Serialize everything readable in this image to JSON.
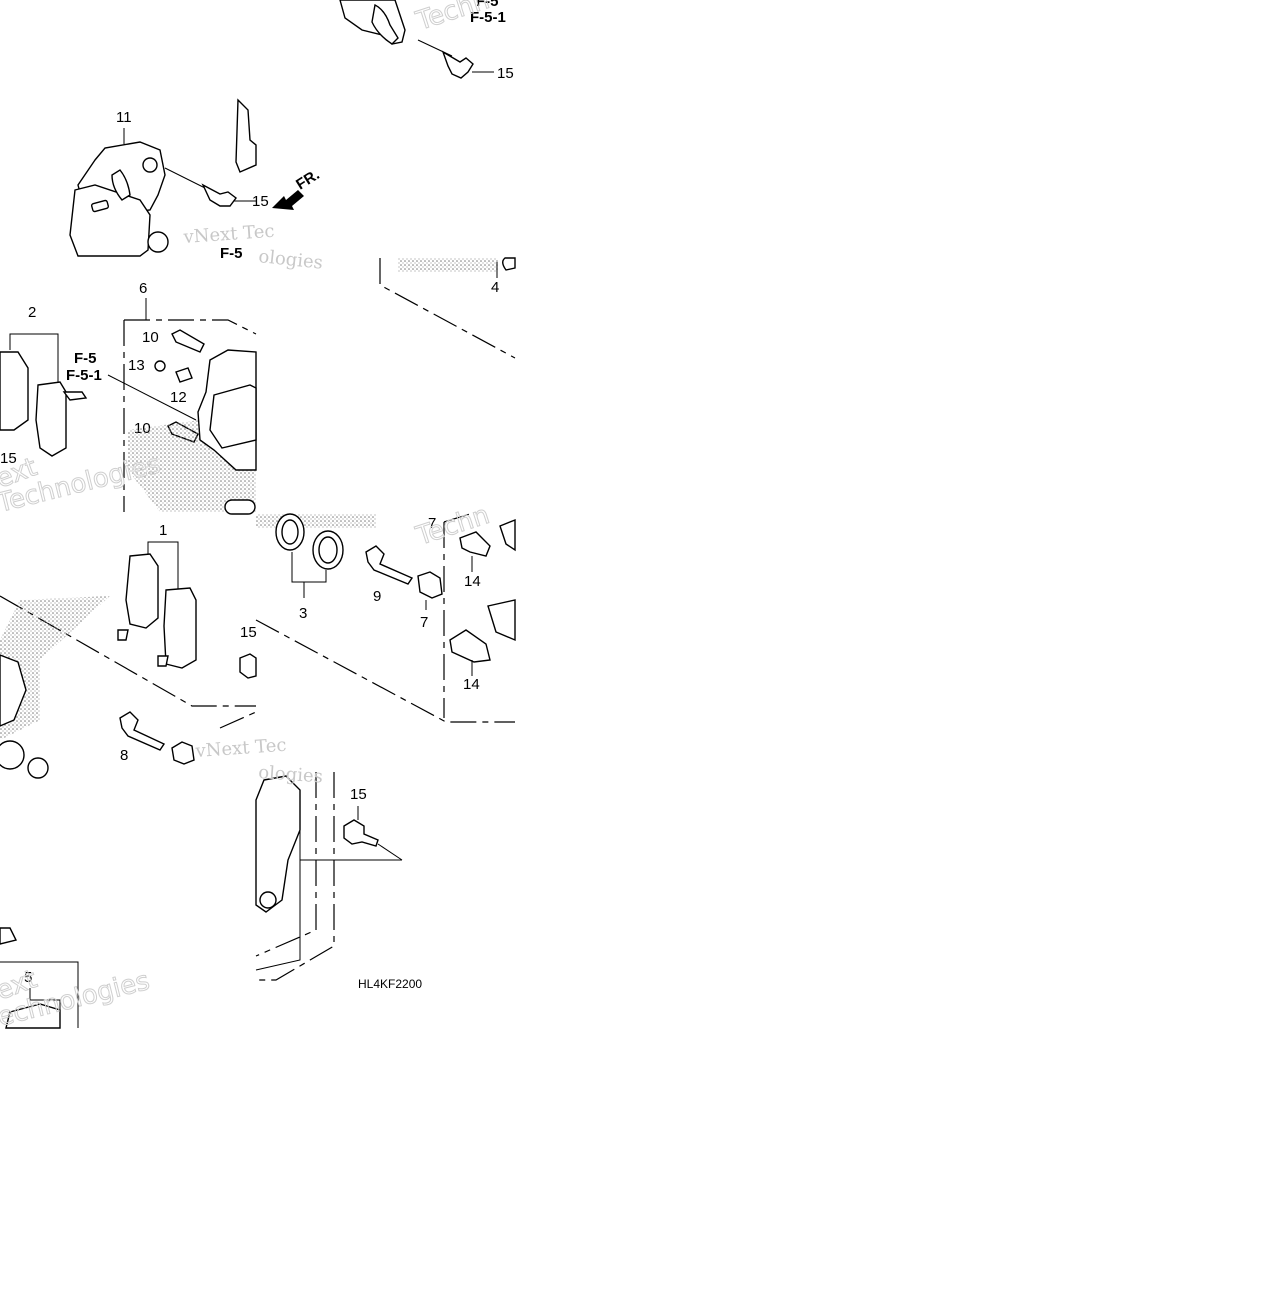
{
  "diagram": {
    "callouts": {
      "c1": "1",
      "c2": "2",
      "c3": "3",
      "c4": "4",
      "c5": "5",
      "c6": "6",
      "c7a": "7",
      "c7b": "7",
      "c8": "8",
      "c9": "9",
      "c10a": "10",
      "c10b": "10",
      "c11": "11",
      "c12": "12",
      "c13": "13",
      "c14a": "14",
      "c14b": "14",
      "c15a": "15",
      "c15b": "15",
      "c15c": "15",
      "c15d": "15"
    },
    "references": {
      "ref_top_a": "F-5",
      "ref_top_b": "F-5-1",
      "ref_mid_a": "F-5",
      "ref_mid_b": "F-5-1",
      "ref_left_partial": "F-5"
    },
    "direction_label": "FR.",
    "diagram_code": "HL4KF2200",
    "watermark": {
      "brand_1": "vNext Tec",
      "brand_2": "ologies",
      "brand_3": "Techn",
      "brand_4": "ext",
      "brand_5": "echnologies",
      "brand_6": "Technologies"
    }
  }
}
